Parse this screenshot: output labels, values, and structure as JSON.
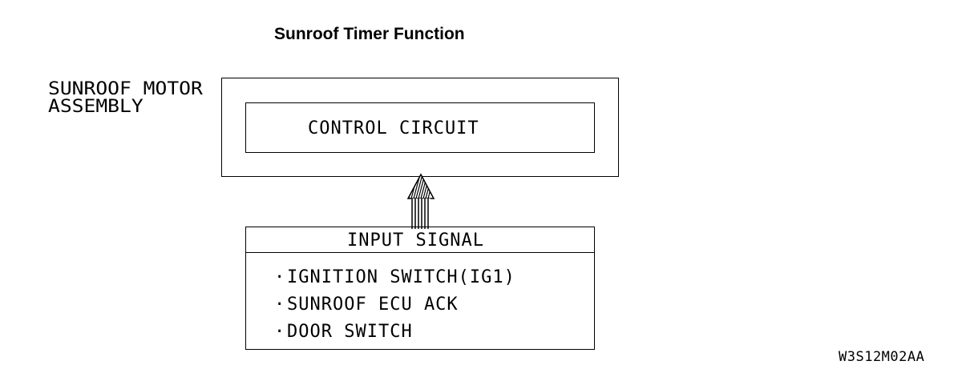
{
  "title": "Sunroof Timer Function",
  "assembly": {
    "label_line1": "SUNROOF MOTOR",
    "label_line2": "ASSEMBLY"
  },
  "control_circuit": {
    "label": "CONTROL CIRCUIT"
  },
  "input_signal": {
    "header": "INPUT SIGNAL",
    "items": [
      "IGNITION SWITCH(IG1)",
      "SUNROOF ECU ACK",
      "DOOR SWITCH"
    ],
    "bullet": "·"
  },
  "figure_code": "W3S12M02AA"
}
